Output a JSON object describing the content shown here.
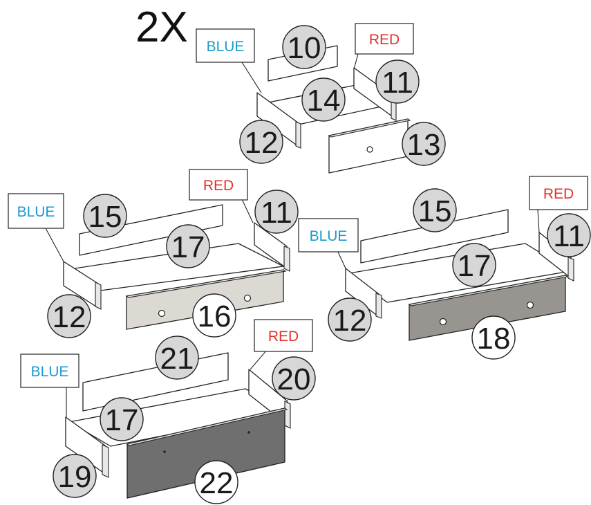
{
  "quantity_label": "2X",
  "colors": {
    "blue_text": "#1a9ad0",
    "red_text": "#e0322a",
    "part_circle_fill": "#d7d7d7",
    "front_circle_fill": "#ffffff",
    "front_light": "#dcd9d2",
    "front_medium": "#989590",
    "front_dark": "#6f6f6f"
  },
  "drawer_small": {
    "blue_label": "BLUE",
    "red_label": "RED",
    "parts": [
      "10",
      "11",
      "14",
      "12",
      "13"
    ]
  },
  "drawer_light": {
    "blue_label": "BLUE",
    "red_label": "RED",
    "parts": [
      "15",
      "11",
      "17",
      "12",
      "16"
    ]
  },
  "drawer_grey": {
    "blue_label": "BLUE",
    "red_label": "RED",
    "parts": [
      "15",
      "11",
      "17",
      "12",
      "18"
    ]
  },
  "drawer_dark": {
    "blue_label": "BLUE",
    "red_label": "RED",
    "parts": [
      "21",
      "20",
      "17",
      "19",
      "22"
    ]
  }
}
